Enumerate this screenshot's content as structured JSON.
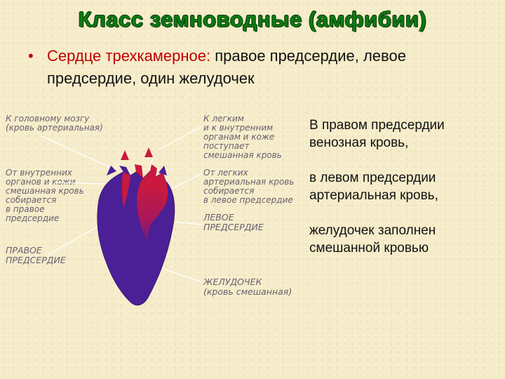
{
  "title": "Класс земноводные (амфибии)",
  "bullet": {
    "marker": "•",
    "lead": "Сердце трехкамерное:",
    "rest": " правое  предсердие, левое предсердие, один желудочек"
  },
  "side_notes": [
    "В правом предсердии венозная кровь,",
    "в левом предсердии артериальная кровь,",
    "желудочек заполнен смешанной кровью"
  ],
  "diagram_labels": {
    "to_brain": "К головному мозгу\n(кровь артериальная)",
    "to_lungs": "К легким\nи к внутренним\nорганам и коже\nпоступает\nсмешанная кровь",
    "from_organs": "От внутренних\nорганов и кожи\nсмешанная кровь\nсобирается\nв правое\nпредсердие",
    "from_lungs": "От легких\nартериальная кровь\nсобирается\nв левое предсердие",
    "left_atrium": "ЛЕВОЕ\nПРЕДСЕРДИЕ",
    "right_atrium": "ПРАВОЕ\nПРЕДСЕРДИЕ",
    "ventricle": "ЖЕЛУДОЧЕК\n(кровь смешанная)"
  },
  "colors": {
    "title": "#0c7a12",
    "accent": "#c00000",
    "heart_violet": "#4b1f96",
    "heart_red": "#d01a3a",
    "label_grey": "#6a6070"
  }
}
